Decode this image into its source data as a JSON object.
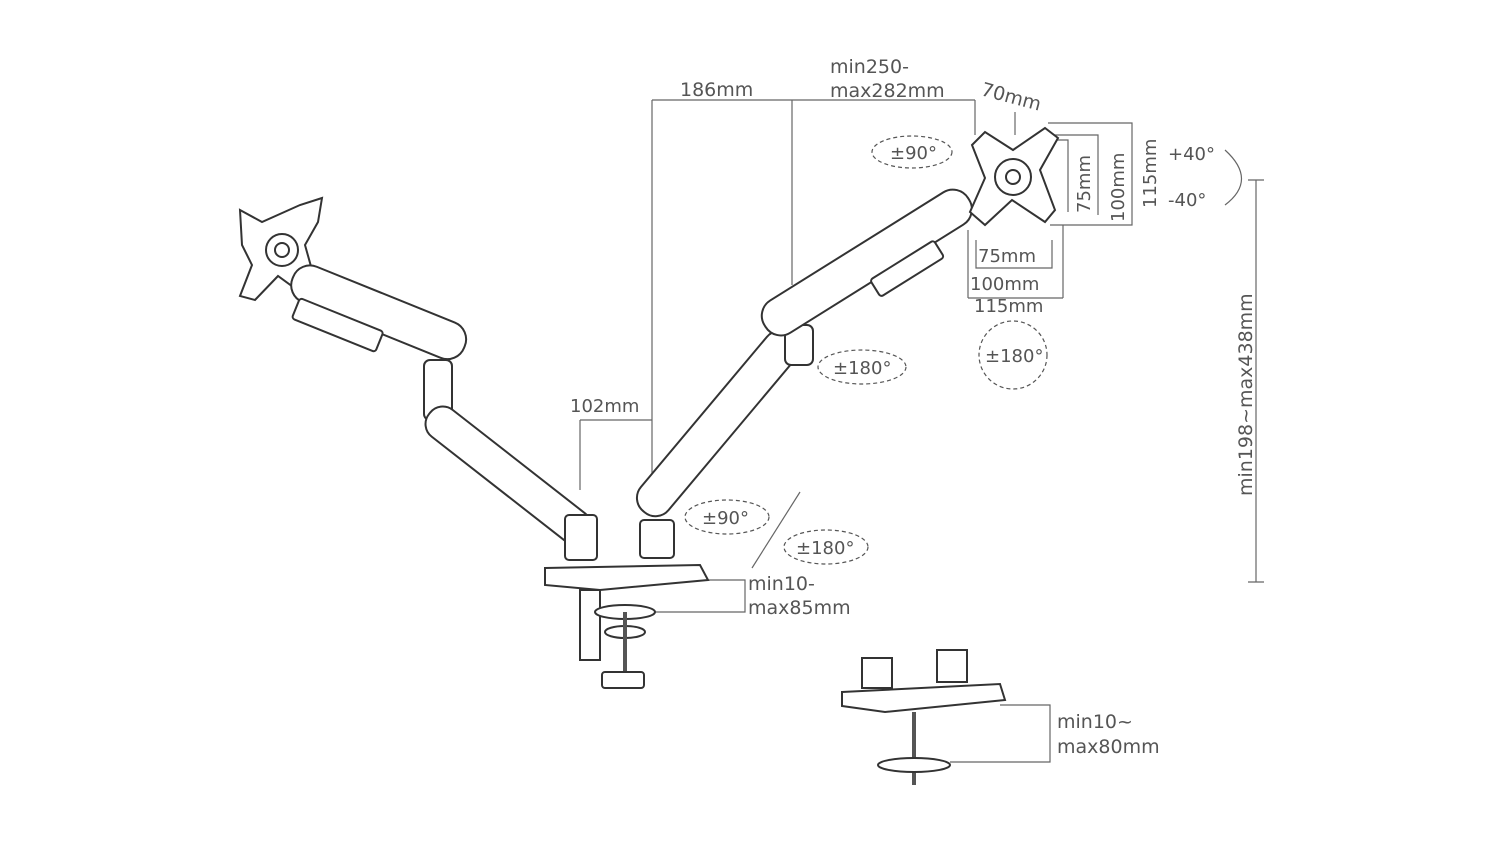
{
  "dimensions": {
    "arm_offset": "186mm",
    "arm_length_min": "min250-",
    "arm_length_max": "max282mm",
    "head_offset": "70mm",
    "pole_offset": "102mm",
    "height_range": "min198~max438mm",
    "clamp_min": "min10-",
    "clamp_max": "max85mm",
    "grommet_min": "min10~",
    "grommet_max": "max80mm"
  },
  "vesa": {
    "vertical": [
      "75mm",
      "100mm",
      "115mm"
    ],
    "horizontal": [
      "75mm",
      "100mm",
      "115mm"
    ]
  },
  "rotations": {
    "head_swivel": "±90°",
    "tilt_up": "+40°",
    "tilt_down": "-40°",
    "head_rotation": "±180°",
    "elbow_swivel": "±180°",
    "base_swivel_arm": "±90°",
    "base_swivel_pole": "±180°"
  }
}
